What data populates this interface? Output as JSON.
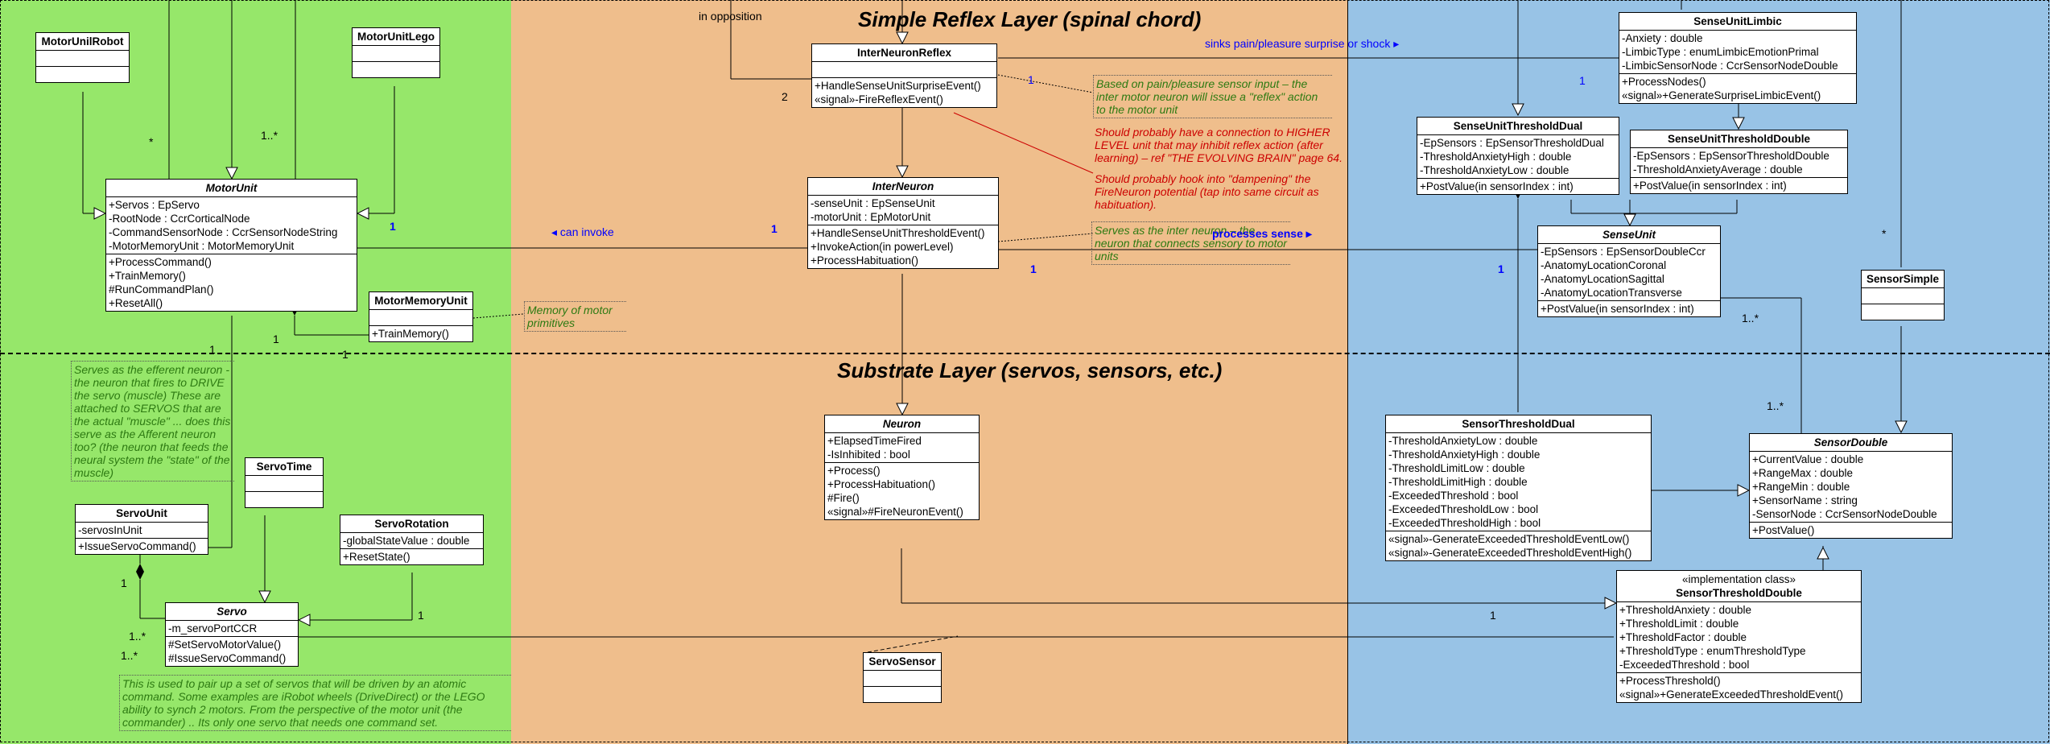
{
  "colors": {
    "green": "#96e76a",
    "orange": "#efbe8c",
    "blue": "#98c3e6"
  },
  "layers": {
    "reflex": "Simple Reflex Layer (spinal chord)",
    "substrate": "Substrate Layer (servos, sensors, etc.)"
  },
  "classes": {
    "motorUnilRobot": {
      "name": "MotorUnilRobot"
    },
    "motorUnitLego": {
      "name": "MotorUnitLego"
    },
    "motorUnit": {
      "name": "MotorUnit",
      "attrs": [
        "+Servos : EpServo",
        "-RootNode : CcrCorticalNode",
        "-CommandSensorNode : CcrSensorNodeString",
        "-MotorMemoryUnit : MotorMemoryUnit"
      ],
      "ops": [
        "+ProcessCommand()",
        "+TrainMemory()",
        "#RunCommandPlan()",
        "+ResetAll()"
      ]
    },
    "motorMemoryUnit": {
      "name": "MotorMemoryUnit",
      "ops": [
        "+TrainMemory()"
      ]
    },
    "servoUnit": {
      "name": "ServoUnit",
      "attrs": [
        "-servosInUnit"
      ],
      "ops": [
        "+IssueServoCommand()"
      ]
    },
    "servoTime": {
      "name": "ServoTime"
    },
    "servoRotation": {
      "name": "ServoRotation",
      "attrs": [
        "-globalStateValue : double"
      ],
      "ops": [
        "+ResetState()"
      ]
    },
    "servo": {
      "name": "Servo",
      "attrs": [
        "-m_servoPortCCR"
      ],
      "ops": [
        "#SetServoMotorValue()",
        "#IssueServoCommand()"
      ]
    },
    "interNeuronReflex": {
      "name": "InterNeuronReflex",
      "ops": [
        "+HandleSenseUnitSurpriseEvent()",
        "«signal»-FireReflexEvent()"
      ]
    },
    "interNeuron": {
      "name": "InterNeuron",
      "attrs": [
        "-senseUnit : EpSenseUnit",
        "-motorUnit : EpMotorUnit"
      ],
      "ops": [
        "+HandleSenseUnitThresholdEvent()",
        "+InvokeAction(in powerLevel)",
        "+ProcessHabituation()"
      ]
    },
    "neuron": {
      "name": "Neuron",
      "attrs": [
        "+ElapsedTimeFired",
        "-IsInhibited : bool"
      ],
      "ops": [
        "+Process()",
        "+ProcessHabituation()",
        "#Fire()",
        "«signal»#FireNeuronEvent()"
      ]
    },
    "servoSensor": {
      "name": "ServoSensor"
    },
    "senseUnitLimbic": {
      "name": "SenseUnitLimbic",
      "attrs": [
        "-Anxiety : double",
        "-LimbicType : enumLimbicEmotionPrimal",
        "-LimbicSensorNode : CcrSensorNodeDouble"
      ],
      "ops": [
        "+ProcessNodes()",
        "«signal»+GenerateSurpriseLimbicEvent()"
      ]
    },
    "senseUnitThresholdDual": {
      "name": "SenseUnitThresholdDual",
      "attrs": [
        "-EpSensors : EpSensorThresholdDual",
        "-ThresholdAnxietyHigh : double",
        "-ThresholdAnxietyLow : double"
      ],
      "ops": [
        "+PostValue(in sensorIndex : int)"
      ]
    },
    "senseUnitThresholdDouble": {
      "name": "SenseUnitThresholdDouble",
      "attrs": [
        "-EpSensors : EpSensorThresholdDouble",
        "-ThresholdAnxietyAverage : double"
      ],
      "ops": [
        "+PostValue(in sensorIndex : int)"
      ]
    },
    "senseUnit": {
      "name": "SenseUnit",
      "attrs": [
        "-EpSensors : EpSensorDoubleCcr",
        "-AnatomyLocationCoronal",
        "-AnatomyLocationSagittal",
        "-AnatomyLocationTransverse"
      ],
      "ops": [
        "+PostValue(in sensorIndex : int)"
      ]
    },
    "sensorSimple": {
      "name": "SensorSimple"
    },
    "sensorThresholdDual": {
      "name": "SensorThresholdDual",
      "attrs": [
        "-ThresholdAnxietyLow : double",
        "-ThresholdAnxietyHigh : double",
        "-ThresholdLimitLow : double",
        "-ThresholdLimitHigh : double",
        "-ExceededThreshold : bool",
        "-ExceededThresholdLow : bool",
        "-ExceededThresholdHigh : bool"
      ],
      "ops": [
        "«signal»-GenerateExceededThresholdEventLow()",
        "«signal»-GenerateExceededThresholdEventHigh()"
      ]
    },
    "sensorDouble": {
      "name": "SensorDouble",
      "attrs": [
        "+CurrentValue : double",
        "+RangeMax : double",
        "+RangeMin : double",
        "+SensorName : string",
        "-SensorNode : CcrSensorNodeDouble"
      ],
      "ops": [
        "+PostValue()"
      ]
    },
    "sensorThresholdDouble": {
      "stereotype": "«implementation class»",
      "name": "SensorThresholdDouble",
      "attrs": [
        "+ThresholdAnxiety : double",
        "+ThresholdLimit : double",
        "+ThresholdFactor : double",
        "+ThresholdType : enumThresholdType",
        "-ExceededThreshold : bool"
      ],
      "ops": [
        "+ProcessThreshold()",
        "«signal»+GenerateExceededThresholdEvent()"
      ]
    }
  },
  "notes": {
    "reflex": "Based on pain/pleasure sensor input – the inter motor neuron will issue a \"reflex\" action to the motor unit",
    "higher1": "Should probably have a connection to HIGHER LEVEL unit that may inhibit reflex action (after learning) – ref \"THE EVOLVING BRAIN\" page 64.",
    "higher2": "Should probably hook into \"dampening\" the FireNeuron potential (tap into same circuit as habituation).",
    "interneuron": "Serves as the inter neuron – the neuron that connects sensory to motor units",
    "memory": "Memory of motor primitives",
    "efferent": "Serves as the efferent neuron - the neuron that fires to DRIVE the servo (muscle) These are attached to SERVOS that are the actual \"muscle\" ... does this serve as the Afferent neuron too? (the neuron that feeds the neural system the \"state\" of the muscle)",
    "servounit": "This is used to pair up a set of servos that will be driven by an atomic command. Some examples are iRobot wheels (DriveDirect) or the LEGO ability to synch 2 motors. From the perspective of the motor unit (the commander) .. Its only one servo that needs one command set."
  },
  "labels": {
    "opposition": "in opposition",
    "sinks": "sinks pain/pleasure surprise or shock ▸",
    "canInvoke": "◂ can invoke",
    "processesSense": "processes sense ▸",
    "m1": "1",
    "m2": "2",
    "m1n": "1..*",
    "mstar": "*"
  }
}
